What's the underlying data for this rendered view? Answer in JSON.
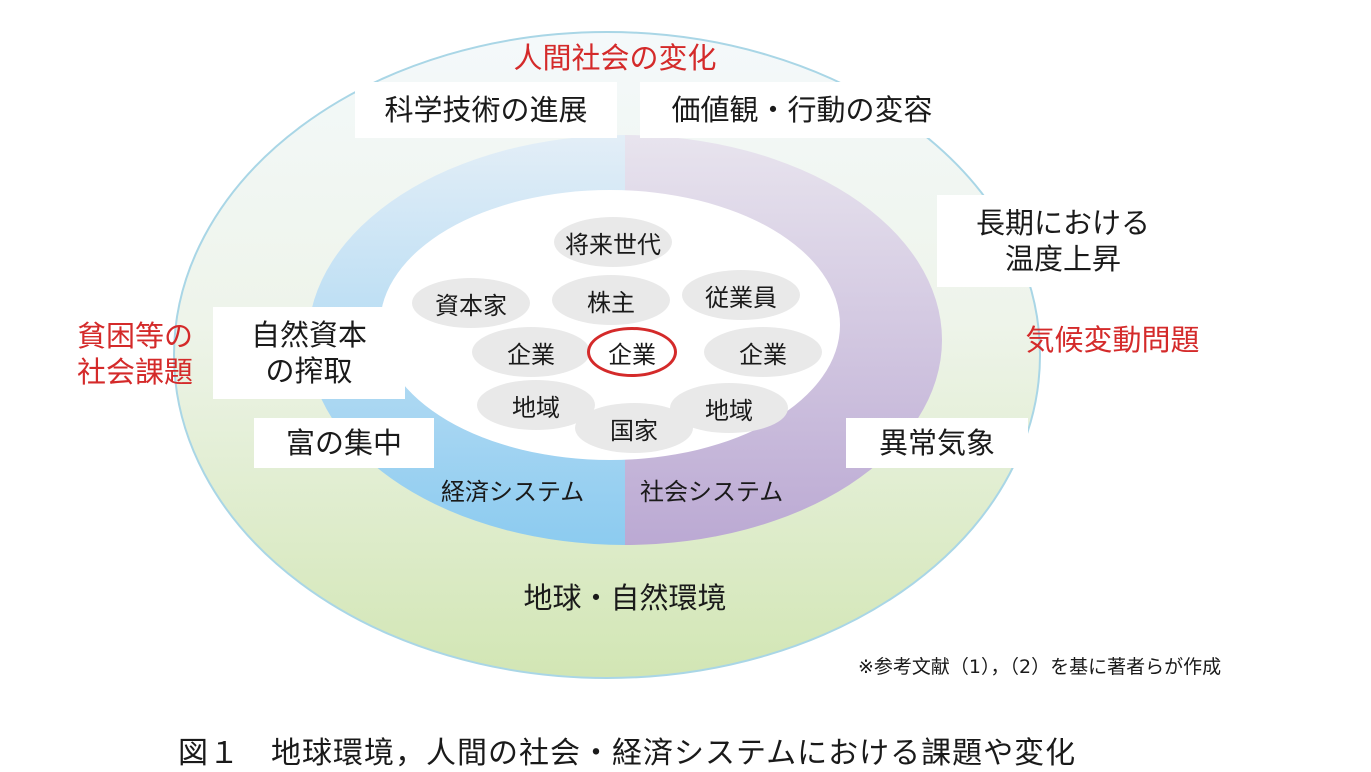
{
  "outer_ring": {
    "top_label": "人間社会の変化",
    "bottom_label": "地球・自然環境",
    "left_label": "貧困等の\n社会課題",
    "right_label": "気候変動問題"
  },
  "boxes": {
    "science": "科学技術の進展",
    "values": "価値観・行動の変容",
    "longterm": "長期における\n温度上昇",
    "natural_capital": "自然資本\nの搾取",
    "wealth": "富の集中",
    "abnormal_weather": "異常気象"
  },
  "inner": {
    "future": "将来世代",
    "capitalist": "資本家",
    "shareholder": "株主",
    "employee": "従業員",
    "company_left": "企業",
    "company_center": "企業",
    "company_right": "企業",
    "region_left": "地域",
    "nation": "国家",
    "region_right": "地域"
  },
  "systems": {
    "economic": "経済システム",
    "social": "社会システム"
  },
  "note": "※参考文献（1），（2）を基に著者らが作成",
  "caption": "図１　地球環境，人間の社会・経済システムにおける課題や変化",
  "colors": {
    "accent_red": "#d42a2a",
    "outer_ring_top": "#eef5f9",
    "outer_ring_bottom": "#d4e6b8",
    "economic_ring": "#9fd0ef",
    "social_ring": "#c4b4d8"
  }
}
